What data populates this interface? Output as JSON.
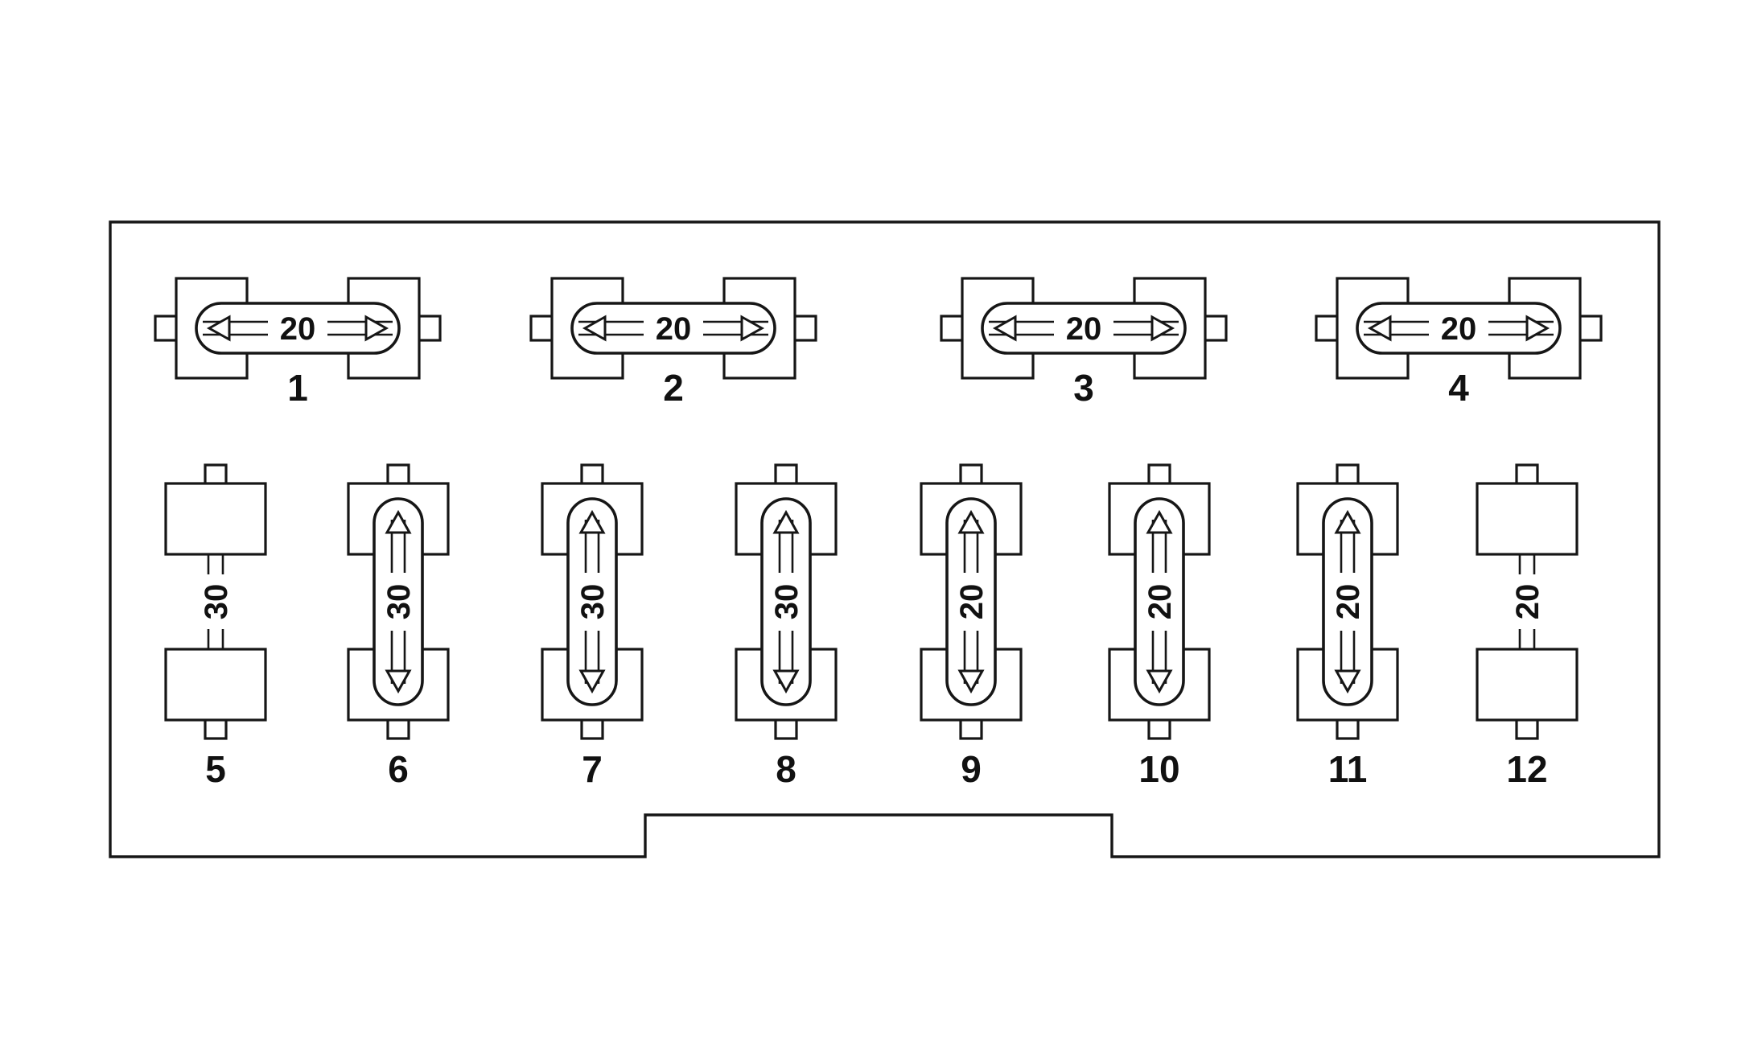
{
  "diagram": {
    "type": "fuse-panel",
    "top_fuses": [
      {
        "id": "1",
        "amp": "20"
      },
      {
        "id": "2",
        "amp": "20"
      },
      {
        "id": "3",
        "amp": "20"
      },
      {
        "id": "4",
        "amp": "20"
      }
    ],
    "bottom_fuses": [
      {
        "id": "5",
        "amp": "30",
        "has_element": false
      },
      {
        "id": "6",
        "amp": "30",
        "has_element": true
      },
      {
        "id": "7",
        "amp": "30",
        "has_element": true
      },
      {
        "id": "8",
        "amp": "30",
        "has_element": true
      },
      {
        "id": "9",
        "amp": "20",
        "has_element": true
      },
      {
        "id": "10",
        "amp": "20",
        "has_element": true
      },
      {
        "id": "11",
        "amp": "20",
        "has_element": true
      },
      {
        "id": "12",
        "amp": "20",
        "has_element": false
      }
    ]
  }
}
